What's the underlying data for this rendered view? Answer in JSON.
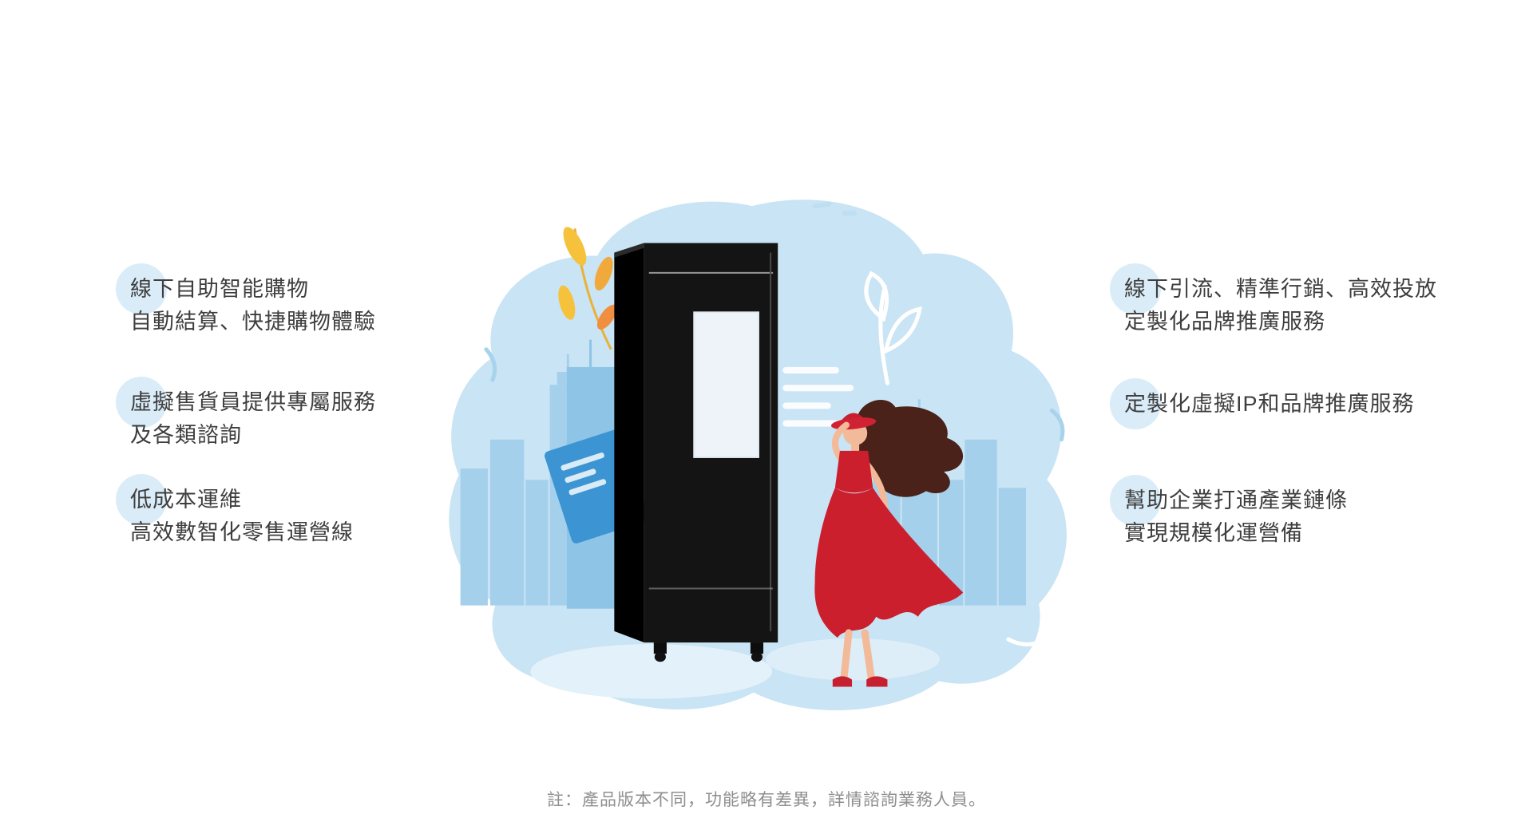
{
  "page": {
    "background": "#ffffff"
  },
  "colors": {
    "text": "#3e3e3e",
    "muted_text": "#8f8f8f",
    "highlight_circle": "#d9ecf8",
    "blob_blue": "#c9e4f4",
    "skyline_blue": "#a5d0ec",
    "accent_red": "#cc1f2e",
    "signboard_blue": "#3c95d2",
    "leaf_yellow": "#f6c23c",
    "machine_black": "#141414"
  },
  "features_left": [
    {
      "lines": [
        "線下自助智能購物",
        "自動結算、快捷購物體驗"
      ]
    },
    {
      "lines": [
        "虛擬售貨員提供專屬服務",
        "及各類諮詢"
      ]
    },
    {
      "lines": [
        "低成本運維",
        "高效數智化零售運營線"
      ]
    }
  ],
  "features_right": [
    {
      "lines": [
        "線下引流、精準行銷、高效投放",
        "定製化品牌推廣服務"
      ]
    },
    {
      "lines": [
        "定製化虛擬IP和品牌推廣服務"
      ]
    },
    {
      "lines": [
        "幫助企業打通產業鏈條",
        "實現規模化運營備"
      ]
    }
  ],
  "footnote": "註：產品版本不同，功能略有差異，詳情諮詢業務人員。",
  "illustration": {
    "label": "smart-retail-kiosk-illustration"
  }
}
